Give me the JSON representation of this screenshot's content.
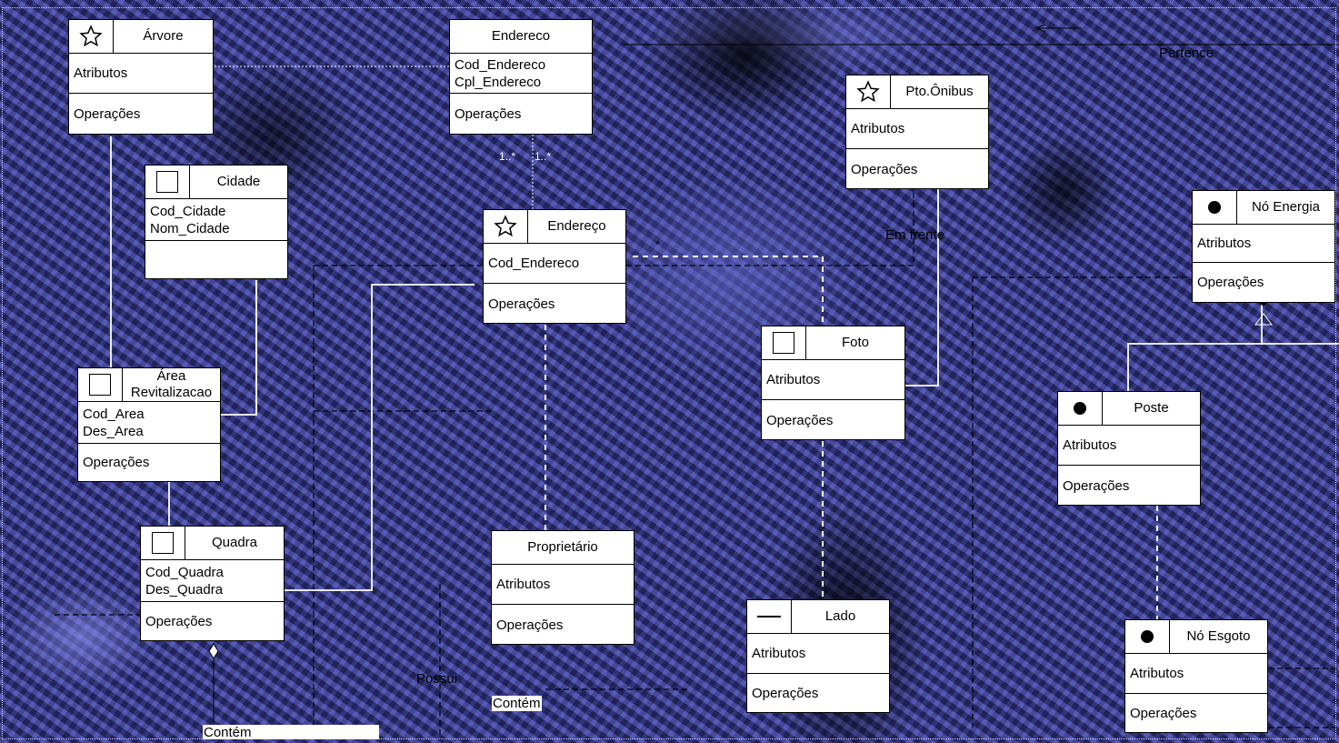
{
  "classes": {
    "arvore": {
      "name": "Árvore",
      "icon": "star-icon",
      "attributes": "Atributos",
      "operations": "Operações"
    },
    "endereco_top": {
      "name": "Endereco",
      "attributes": [
        "Cod_Endereco",
        "Cpl_Endereco"
      ],
      "operations": "Operações"
    },
    "pto_onibus": {
      "name": "Pto.Ônibus",
      "icon": "star-icon",
      "attributes": "Atributos",
      "operations": "Operações"
    },
    "no_energia": {
      "name": "Nó Energia",
      "icon": "filled-circle-icon",
      "attributes": "Atributos",
      "operations": "Operações"
    },
    "cidade": {
      "name": "Cidade",
      "icon": "square-icon",
      "attributes": [
        "Cod_Cidade",
        "Nom_Cidade"
      ],
      "operations": ""
    },
    "endereco_mid": {
      "name": "Endereço",
      "icon": "star-icon",
      "attributes": "Cod_Endereco",
      "operations": "Operações"
    },
    "foto": {
      "name": "Foto",
      "icon": "square-icon",
      "attributes": "Atributos",
      "operations": "Operações"
    },
    "area": {
      "name_line1": "Área",
      "name_line2": "Revitalizacao",
      "icon": "square-icon",
      "attributes": [
        "Cod_Area",
        "Des_Area"
      ],
      "operations": "Operações"
    },
    "poste": {
      "name": "Poste",
      "icon": "filled-circle-icon",
      "attributes": "Atributos",
      "operations": "Operações"
    },
    "quadra": {
      "name": "Quadra",
      "icon": "square-icon",
      "attributes": [
        "Cod_Quadra",
        "Des_Quadra"
      ],
      "operations": "Operações"
    },
    "proprietario": {
      "name": "Proprietário",
      "attributes": "Atributos",
      "operations": "Operações"
    },
    "lado": {
      "name": "Lado",
      "icon": "line-icon",
      "attributes": "Atributos",
      "operations": "Operações"
    },
    "no_esgoto": {
      "name": "Nó Esgoto",
      "icon": "filled-circle-icon",
      "attributes": "Atributos",
      "operations": "Operações"
    }
  },
  "labels": {
    "pertence": "Pertence",
    "em_frente": "Em frente",
    "contem_1": "Contém",
    "contem_2": "Contém",
    "possui": "Possui",
    "mult_1": "1..*",
    "mult_2": "1..*",
    "mult_star": "*"
  }
}
